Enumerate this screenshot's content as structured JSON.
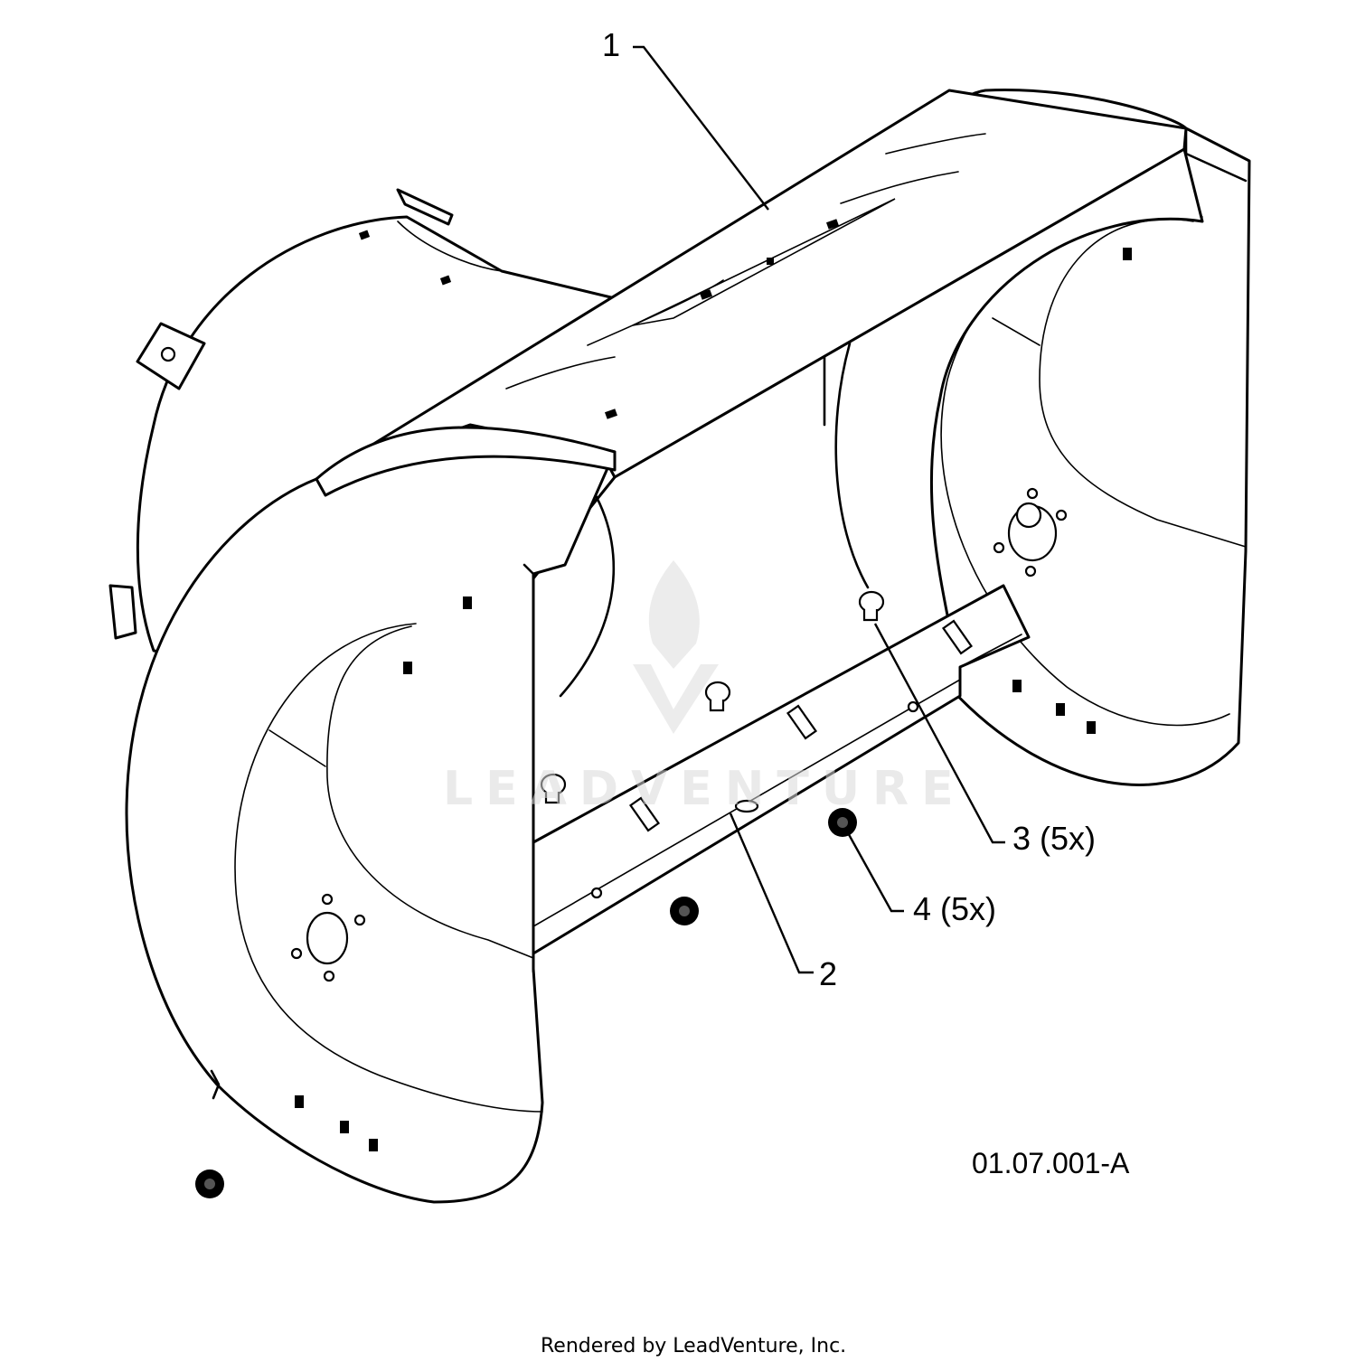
{
  "callouts": [
    {
      "id": "1",
      "text": "1"
    },
    {
      "id": "2",
      "text": "2"
    },
    {
      "id": "3",
      "text": "3 (5x)"
    },
    {
      "id": "4",
      "text": "4 (5x)"
    }
  ],
  "figure_number": "01.07.001-A",
  "footer_credit": "Rendered by LeadVenture, Inc.",
  "watermark": {
    "text": "LEADVENTURE"
  },
  "colors": {
    "line": "#000000",
    "background": "#ffffff",
    "watermark": "#d9d9d9"
  }
}
